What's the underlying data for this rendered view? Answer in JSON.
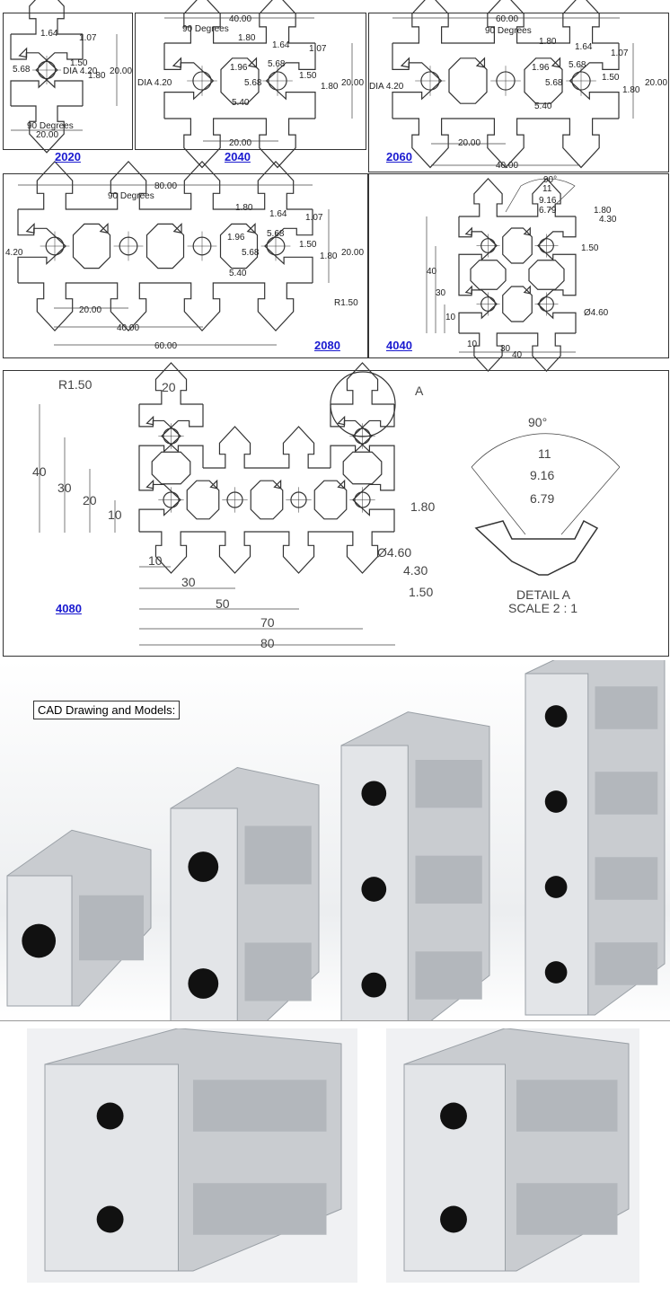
{
  "drawings": {
    "d2020": {
      "label": "2020",
      "dims": [
        "1.64",
        "1.07",
        "1.50",
        "5.68",
        "DIA 4.20",
        "1.80",
        "20.00",
        "90 Degrees",
        "20.00"
      ]
    },
    "d2040": {
      "label": "2040",
      "dims": [
        "40.00",
        "90 Degrees",
        "1.80",
        "1.64",
        "1.07",
        "1.96",
        "5.68",
        "1.50",
        "DIA 4.20",
        "5.68",
        "1.80",
        "20.00",
        "5.40",
        "20.00"
      ]
    },
    "d2060": {
      "label": "2060",
      "dims": [
        "60.00",
        "90 Degrees",
        "1.80",
        "1.64",
        "1.07",
        "1.96",
        "5.68",
        "1.50",
        "DIA 4.20",
        "5.68",
        "1.80",
        "20.00",
        "5.40",
        "20.00",
        "40.00"
      ]
    },
    "d2080": {
      "label": "2080",
      "dims": [
        "80.00",
        "90 Degrees",
        "1.80",
        "1.64",
        "1.07",
        "1.96",
        "5.68",
        "1.50",
        "4.20",
        "5.68",
        "1.80",
        "20.00",
        "5.40",
        "R1.50",
        "20.00",
        "40.00",
        "60.00"
      ]
    },
    "d4040": {
      "label": "4040",
      "dims": [
        "90°",
        "11",
        "9.16",
        "6.79",
        "1.80",
        "4.30",
        "1.50",
        "40",
        "30",
        "10",
        "Ø4.60",
        "10",
        "30",
        "40"
      ]
    },
    "d4080": {
      "label": "4080",
      "dims": [
        "R1.50",
        "20",
        "A",
        "90°",
        "40",
        "30",
        "20",
        "10",
        "11",
        "9.16",
        "6.79",
        "1.80",
        "Ø4.60",
        "4.30",
        "1.50",
        "10",
        "30",
        "50",
        "70",
        "80",
        "DETAIL A",
        "SCALE 2 : 1"
      ]
    }
  },
  "cad_label": "CAD Drawing and Models:",
  "colors": {
    "link": "#1a1ad0",
    "line": "#333333",
    "metal": "#c9ccd0"
  }
}
